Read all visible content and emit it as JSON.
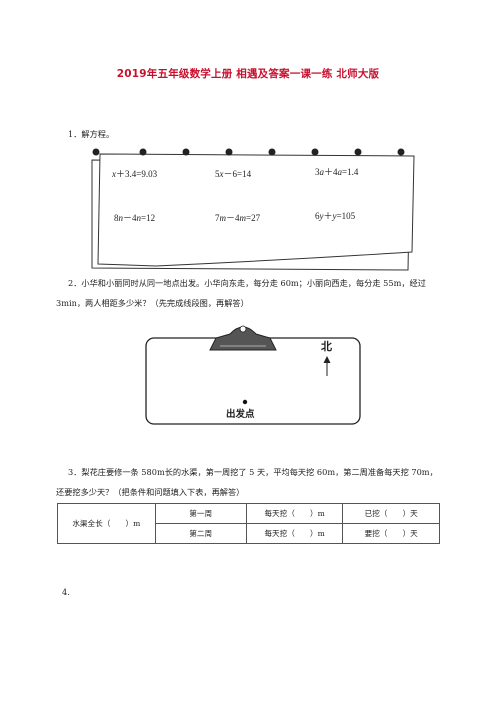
{
  "title": "2019年五年级数学上册 相遇及答案一课一练 北师大版",
  "q1": {
    "label": "1．解方程。",
    "equations": [
      "x＋3.4=9.03",
      "5x－6=14",
      "3a＋4a=1.4",
      "8n－4n=12",
      "7m－4m=27",
      "6y＋y=105"
    ]
  },
  "q2": {
    "line1": "2．小华和小丽同时从同一地点出发。小华向东走，每分走 60m；小丽向西走，每分走 55m，经过",
    "line2": "3min，两人相距多少米？（先完成线段图，再解答）",
    "north_label": "北",
    "start_label": "出发点"
  },
  "q3": {
    "line1": "3．梨花庄要修一条 580m长的水渠，第一周挖了 5 天，平均每天挖 60m，第二周准备每天挖 70m，",
    "line2": "还要挖多少天？（把条件和问题填入下表，再解答）",
    "table": {
      "row_header": "水渠全长（　　）m",
      "rows": [
        [
          "第一周",
          "每天挖（　　）m",
          "已挖（　　）天"
        ],
        [
          "第二周",
          "每天挖（　　）m",
          "要挖（　　）天"
        ]
      ]
    }
  },
  "q4": {
    "label": "4."
  }
}
